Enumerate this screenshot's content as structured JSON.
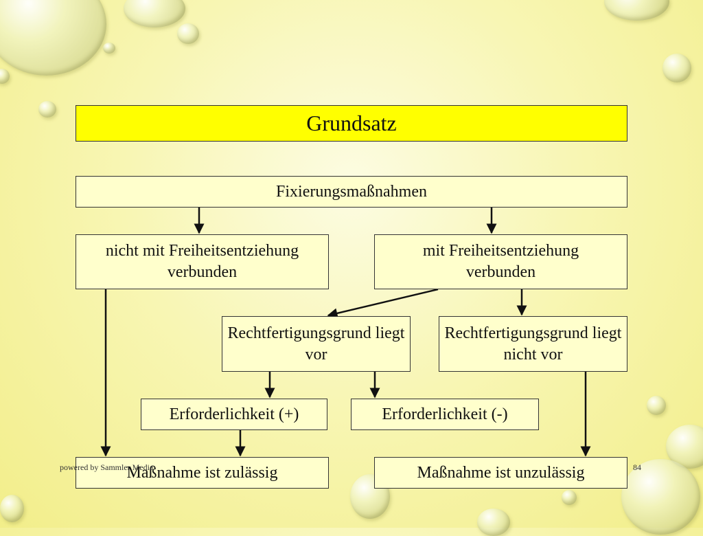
{
  "title": "Grundsatz",
  "nodes": {
    "fixierung": "Fixierungsmaßnahmen",
    "nicht_frei": "nicht mit Freiheitsentziehung verbunden",
    "mit_frei": "mit Freiheitsentziehung verbunden",
    "grund_vor": "Rechtfertigungsgrund liegt vor",
    "grund_nicht": "Rechtfertigungsgrund liegt nicht vor",
    "erf_plus": "Erforderlichkeit (+)",
    "erf_minus": "Erforderlichkeit (-)",
    "zulaessig": "Maßnahme ist zulässig",
    "unzulaessig": "Maßnahme ist unzulässig"
  },
  "edges": [
    {
      "from": "fixierung",
      "to": "nicht_frei"
    },
    {
      "from": "fixierung",
      "to": "mit_frei"
    },
    {
      "from": "nicht_frei",
      "to": "zulaessig"
    },
    {
      "from": "mit_frei",
      "to": "grund_vor"
    },
    {
      "from": "mit_frei",
      "to": "grund_nicht"
    },
    {
      "from": "grund_vor",
      "to": "erf_plus"
    },
    {
      "from": "grund_vor",
      "to": "erf_minus"
    },
    {
      "from": "erf_plus",
      "to": "zulaessig"
    },
    {
      "from": "grund_nicht",
      "to": "unzulaessig"
    }
  ],
  "footer": {
    "credit": "powered by Sammler Media",
    "page_number": "84"
  }
}
